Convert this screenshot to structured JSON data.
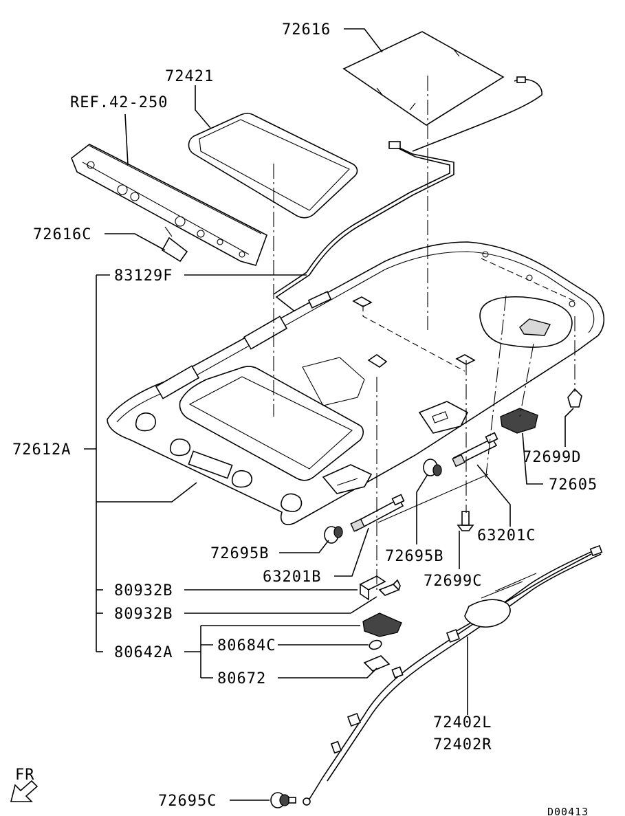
{
  "labels": {
    "l72616": "72616",
    "l72421": "72421",
    "lref": "REF.42-250",
    "l72616c": "72616C",
    "l83129f": "83129F",
    "l72612a": "72612A",
    "l72699d": "72699D",
    "l72605": "72605",
    "l72695b_left": "72695B",
    "l63201b": "63201B",
    "l72695b_mid": "72695B",
    "l63201c": "63201C",
    "l72699c": "72699C",
    "l80932b_1": "80932B",
    "l80932b_2": "80932B",
    "l80642a": "80642A",
    "l80684c": "80684C",
    "l80672": "80672",
    "l72402l": "72402L",
    "l72402r": "72402R",
    "l72695c": "72695C",
    "fr": "FR",
    "code": "D00413"
  }
}
